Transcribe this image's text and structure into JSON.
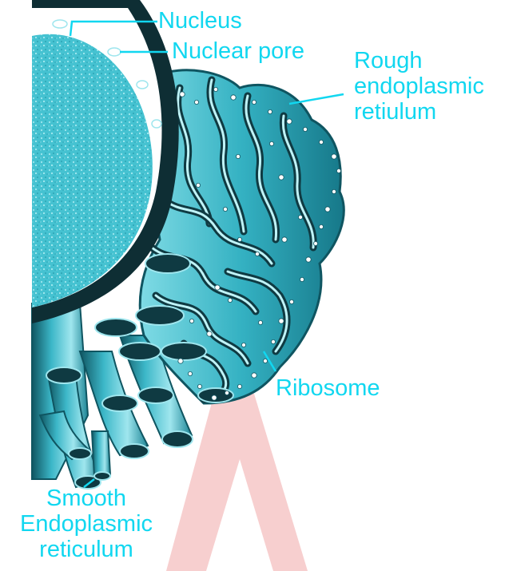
{
  "colors": {
    "label": "#11d7f0",
    "leader": "#11d7f0",
    "membrane_dark": "#0f5561",
    "membrane_mid": "#27a6b8",
    "membrane_light": "#9fe6ee",
    "nucleus_fill": "#3dbccb",
    "watermark": "#f6c9c9"
  },
  "labels": {
    "nucleus": "Nucleus",
    "nuclear_pore": "Nuclear pore",
    "rough_er": [
      "Rough",
      "endoplasmic",
      "retiulum"
    ],
    "ribosome": "Ribosome",
    "smooth_er": [
      "Smooth",
      "Endoplasmic",
      "reticulum"
    ]
  }
}
